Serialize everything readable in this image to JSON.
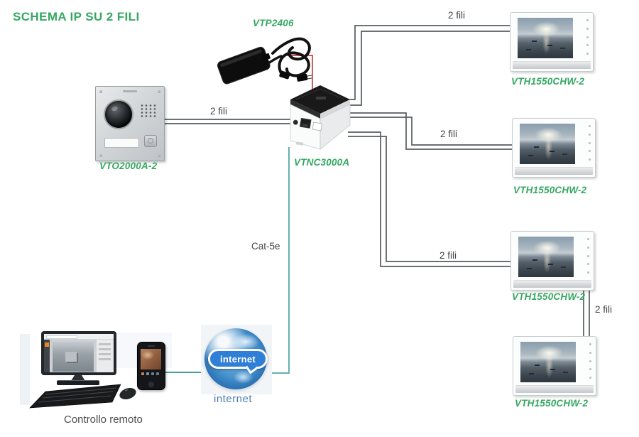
{
  "title": "SCHEMA IP SU 2 FILI",
  "devices": {
    "adapter_label": "VTP2406",
    "door_station_label": "VTO2000A-2",
    "controller_label": "VTNC3000A",
    "monitors": [
      {
        "label": "VTH1550CHW-2"
      },
      {
        "label": "VTH1550CHW-2"
      },
      {
        "label": "VTH1550CHW-2"
      },
      {
        "label": "VTH1550CHW-2"
      }
    ],
    "remote_label": "Controllo remoto",
    "internet_bubble": "internet",
    "internet_caption": "internet"
  },
  "wires": {
    "two_wire_labels": [
      {
        "id": "door-station-to-controller",
        "label": "2 fili"
      },
      {
        "id": "controller-to-monitor-1",
        "label": "2 fili"
      },
      {
        "id": "controller-to-monitor-2",
        "label": "2 fili"
      },
      {
        "id": "controller-to-monitor-3",
        "label": "2 fili"
      },
      {
        "id": "monitor-3-to-monitor-4",
        "label": "2 fili"
      }
    ],
    "cat5e_label": "Cat-5e"
  },
  "colors": {
    "accent_green": "#35a862",
    "wire_gray": "#585c5f",
    "wire_red": "#c64540",
    "wire_teal": "#68aeb4",
    "internet_blue": "#2f7fd6"
  }
}
